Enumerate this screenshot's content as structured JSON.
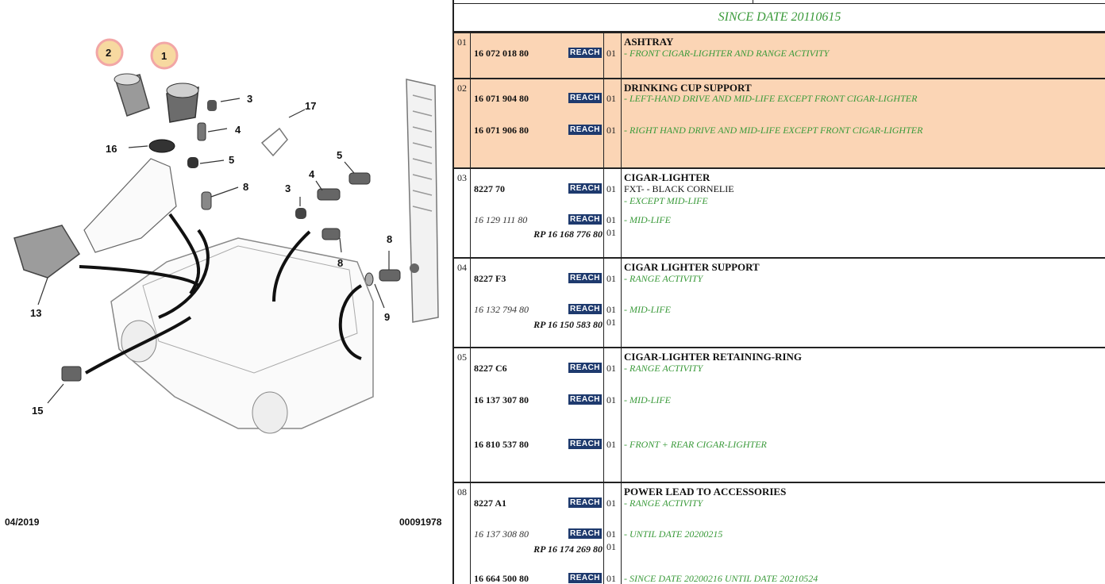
{
  "diagram": {
    "footer_date": "04/2019",
    "footer_ref": "00091978",
    "callouts": [
      "2",
      "1",
      "3",
      "4",
      "16",
      "5",
      "8",
      "17",
      "5",
      "4",
      "3",
      "8",
      "8",
      "13",
      "9",
      "15"
    ],
    "highlight_color": "#f7b7a3"
  },
  "header": {
    "since_date": "SINCE DATE 20110615"
  },
  "colors": {
    "highlight_row": "#fbd5b5",
    "green_text": "#3a9a3a",
    "reach_badge": "#1e3a6e"
  },
  "groups": [
    {
      "num": "01",
      "title": "ASHTRAY",
      "highlighted": true,
      "rows": [
        {
          "ref": "16 072 018 80",
          "reach": "REACH",
          "qty": "01",
          "desc": "- FRONT CIGAR-LIGHTER AND RANGE ACTIVITY"
        }
      ]
    },
    {
      "num": "02",
      "title": "DRINKING CUP SUPPORT",
      "highlighted": true,
      "rows": [
        {
          "ref": "16 071 904 80",
          "reach": "REACH",
          "qty": "01",
          "desc": "- LEFT-HAND DRIVE AND MID-LIFE EXCEPT FRONT CIGAR-LIGHTER"
        },
        {
          "ref": "16 071 906 80",
          "reach": "REACH",
          "qty": "01",
          "desc": "- RIGHT HAND DRIVE AND MID-LIFE EXCEPT FRONT CIGAR-LIGHTER"
        }
      ]
    },
    {
      "num": "03",
      "title": "CIGAR-LIGHTER",
      "highlighted": false,
      "rows": [
        {
          "ref": "8227 70",
          "reach": "REACH",
          "qty": "01",
          "desc": "FXT- - BLACK CORNELIE",
          "desc2": "- EXCEPT MID-LIFE"
        },
        {
          "ref": "16 129 111 80",
          "reach": "REACH",
          "qty": "01",
          "desc": "- MID-LIFE",
          "rp": "RP 16 168 776 80",
          "rp_qty": "01"
        }
      ]
    },
    {
      "num": "04",
      "title": "CIGAR LIGHTER SUPPORT",
      "highlighted": false,
      "rows": [
        {
          "ref": "8227 F3",
          "reach": "REACH",
          "qty": "01",
          "desc": "- RANGE ACTIVITY"
        },
        {
          "ref": "16 132 794 80",
          "reach": "REACH",
          "qty": "01",
          "desc": "- MID-LIFE",
          "rp": "RP 16 150 583 80",
          "rp_qty": "01"
        }
      ]
    },
    {
      "num": "05",
      "title": "CIGAR-LIGHTER RETAINING-RING",
      "highlighted": false,
      "rows": [
        {
          "ref": "8227 C6",
          "reach": "REACH",
          "qty": "01",
          "desc": "- RANGE ACTIVITY"
        },
        {
          "ref": "16 137 307 80",
          "reach": "REACH",
          "qty": "01",
          "desc": "- MID-LIFE"
        },
        {
          "ref": "16 810 537 80",
          "reach": "REACH",
          "qty": "01",
          "desc": "- FRONT + REAR CIGAR-LIGHTER"
        }
      ]
    },
    {
      "num": "08",
      "title": "POWER LEAD TO ACCESSORIES",
      "highlighted": false,
      "rows": [
        {
          "ref": "8227 A1",
          "reach": "REACH",
          "qty": "01",
          "desc": "- RANGE ACTIVITY"
        },
        {
          "ref": "16 137 308 80",
          "reach": "REACH",
          "qty": "01",
          "desc": "- UNTIL DATE 20200215",
          "rp": "RP 16 174 269 80",
          "rp_qty": "01"
        },
        {
          "ref": "16 664 500 80",
          "reach": "REACH",
          "qty": "01",
          "desc": "- SINCE DATE 20200216 UNTIL DATE 20210524"
        }
      ]
    }
  ]
}
